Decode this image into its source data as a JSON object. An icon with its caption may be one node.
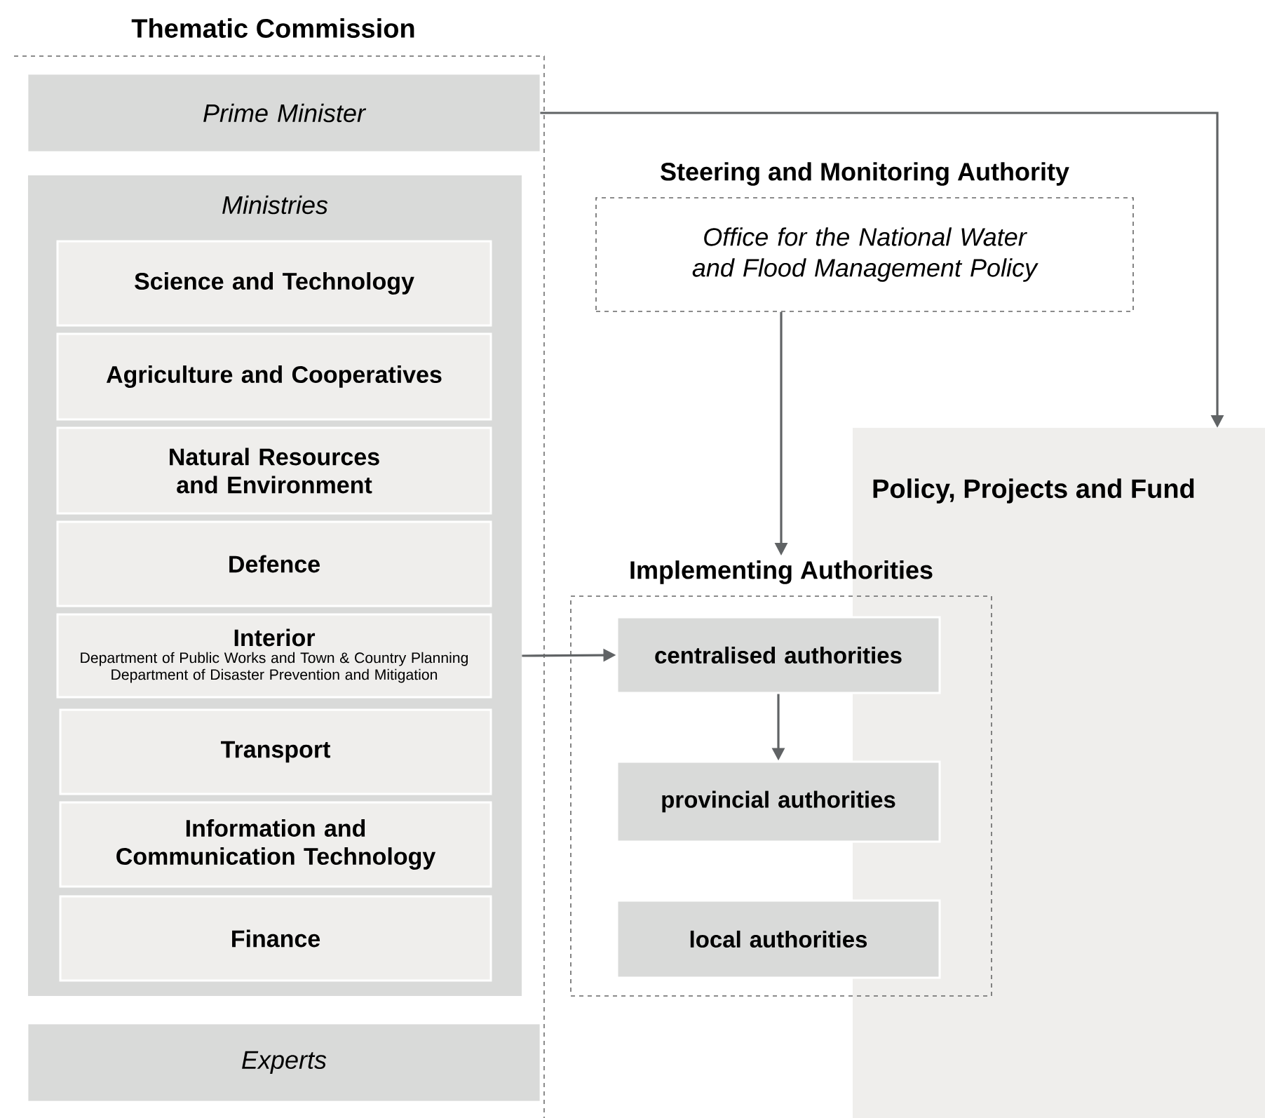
{
  "diagram": {
    "nodes": [
      {
        "text": [
          "Thematic Commission"
        ]
      },
      {
        "text": [
          "Prime Minister"
        ],
        "in": 0
      },
      {
        "text": [
          "Ministries"
        ],
        "in": 0
      },
      {
        "text": [
          "Science and Technology"
        ],
        "in": 2
      },
      {
        "text": [
          "Agriculture and Cooperatives"
        ],
        "in": 2
      },
      {
        "text": [
          "Natural Resources and Environment"
        ],
        "in": 2
      },
      {
        "text": [
          "Defence"
        ],
        "in": 2
      },
      {
        "text": [
          "Interior",
          "Department of Public Works and Town & Country Planning",
          "Department of Disaster Prevention and Mitigation"
        ],
        "in": 2
      },
      {
        "text": [
          "Transport"
        ],
        "in": 2
      },
      {
        "text": [
          "Information and Communication Technology"
        ],
        "in": 2
      },
      {
        "text": [
          "Finance"
        ],
        "in": 2
      },
      {
        "text": [
          "Experts"
        ],
        "in": 0
      },
      {
        "text": [
          "Steering and Monitoring Authority",
          "Office for the National Water and Flood Management Policy"
        ]
      },
      {
        "text": [
          "Policy, Projects and Fund"
        ]
      },
      {
        "text": [
          "Implementing Authorities"
        ]
      },
      {
        "text": [
          "centralised authorities"
        ],
        "in": 14
      },
      {
        "text": [
          "provincial authorities"
        ],
        "in": 14
      },
      {
        "text": [
          "local authorities"
        ],
        "in": 14
      }
    ],
    "edges": [
      {
        "from": 1,
        "to": 13,
        "arrow": "to"
      },
      {
        "from": 12,
        "to": 14,
        "arrow": "to"
      },
      {
        "from": 7,
        "to": 15,
        "arrow": "to"
      },
      {
        "from": 15,
        "to": 16,
        "arrow": "to"
      }
    ]
  }
}
